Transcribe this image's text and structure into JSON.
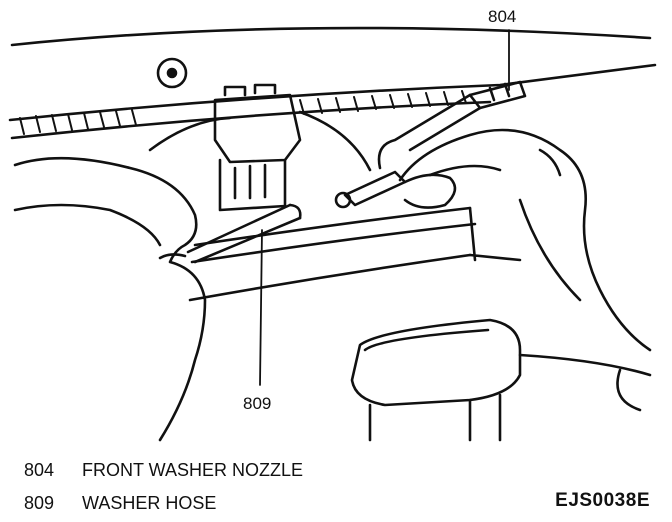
{
  "callouts": {
    "nozzle": "804",
    "hose": "809"
  },
  "legend": [
    {
      "num": "804",
      "text": "FRONT WASHER NOZZLE"
    },
    {
      "num": "809",
      "text": "WASHER HOSE"
    }
  ],
  "figure_code": "EJS0038E",
  "colors": {
    "line": "#111111",
    "background": "#ffffff"
  }
}
